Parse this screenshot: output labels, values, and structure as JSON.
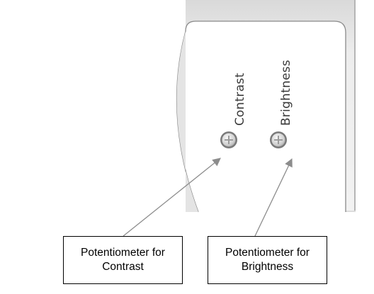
{
  "panel": {
    "contrast_label": "Contrast",
    "brightness_label": "Brightness",
    "colors": {
      "bezel": "#ececec",
      "face": "#ffffff",
      "edge": "#8a8a8a"
    }
  },
  "callouts": [
    {
      "line1": "Potentiometer for",
      "line2": "Contrast"
    },
    {
      "line1": "Potentiometer for",
      "line2": "Brightness"
    }
  ],
  "icons": {
    "pot_contrast": "trimmer-potentiometer-icon",
    "pot_brightness": "trimmer-potentiometer-icon"
  }
}
